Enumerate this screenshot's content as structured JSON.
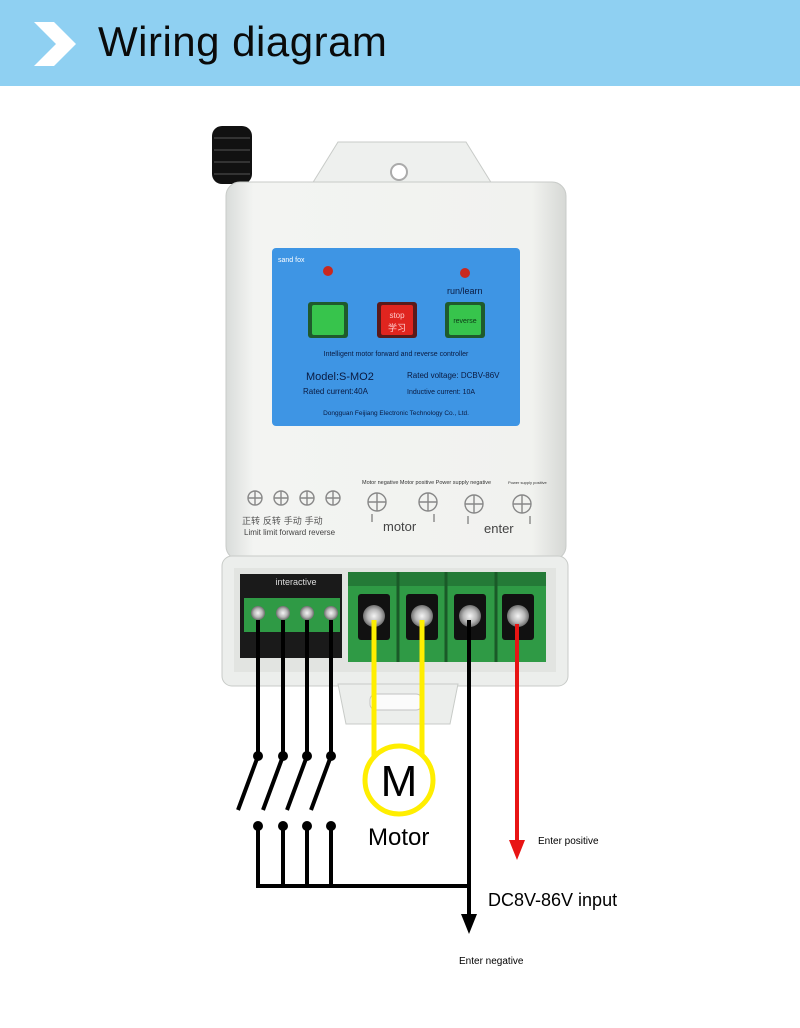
{
  "header": {
    "title": "Wiring diagram",
    "icon": "chevron-right-icon"
  },
  "device": {
    "brand": "sand fox",
    "led_right_label": "run/learn",
    "btn_center_line1": "stop",
    "btn_center_line2": "学习",
    "btn_right_label": "reverse",
    "product_line": "Intelligent motor forward and reverse controller",
    "model": "Model:S-MO2",
    "rated_voltage": "Rated voltage: DCBV-86V",
    "rated_current": "Rated current:40A",
    "inductive_current": "Inductive current: 10A",
    "manufacturer": "Dongguan Feijiang Electronic Technology Co., Ltd.",
    "terminal_caption": "Motor negative Motor positive Power supply negative",
    "terminal_caption_right": "Power supply positive",
    "chinese_labels": "正转 反转 手动 手动",
    "limit_labels": "Limit limit forward reverse",
    "motor_group": "motor",
    "enter_group": "enter",
    "interactive": "interactive"
  },
  "diagram": {
    "motor_symbol": "M",
    "motor_label": "Motor",
    "enter_positive": "Enter positive",
    "input_label": "DC8V-86V input",
    "enter_negative": "Enter negative"
  },
  "colors": {
    "header_bg": "#8fd0f2",
    "panel_blue": "#3e95e4",
    "motor_wire": "#ffee00",
    "positive_wire": "#e81414",
    "negative_wire": "#000000",
    "terminal_green": "#2f9a45"
  }
}
